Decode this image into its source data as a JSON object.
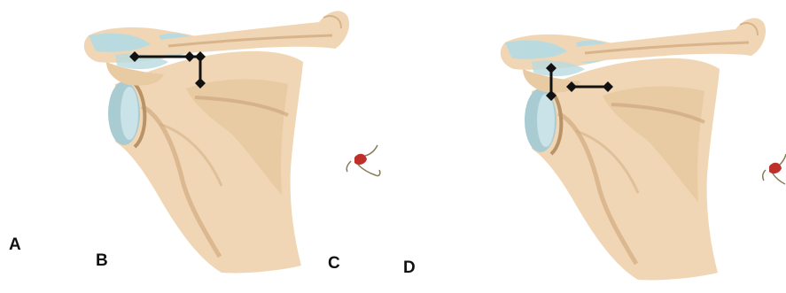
{
  "figure": {
    "panel_labels": [
      "A",
      "B",
      "C",
      "D"
    ]
  },
  "colors": {
    "bone": "#f0d6b4",
    "bone_shadow": "#d8b48c",
    "bone_dark": "#b89368",
    "ligament": "#b9dbe0",
    "cartilage": "#a9ccd3",
    "marker": "#111111",
    "sketch_red": "#c0302a",
    "sketch_line": "#8a7a5a"
  }
}
